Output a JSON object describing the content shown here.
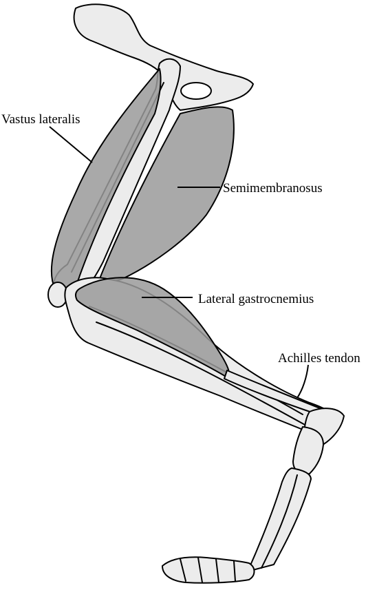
{
  "labels": {
    "vastus_lateralis": "Vastus lateralis",
    "semimembranosus": "Semimembranosus",
    "lateral_gastrocnemius": "Lateral gastrocnemius",
    "achilles_tendon": "Achilles tendon"
  },
  "colors": {
    "bone_fill": "#ececec",
    "muscle_fill": "#9a9a9a",
    "outline": "#000000",
    "background": "#ffffff"
  }
}
